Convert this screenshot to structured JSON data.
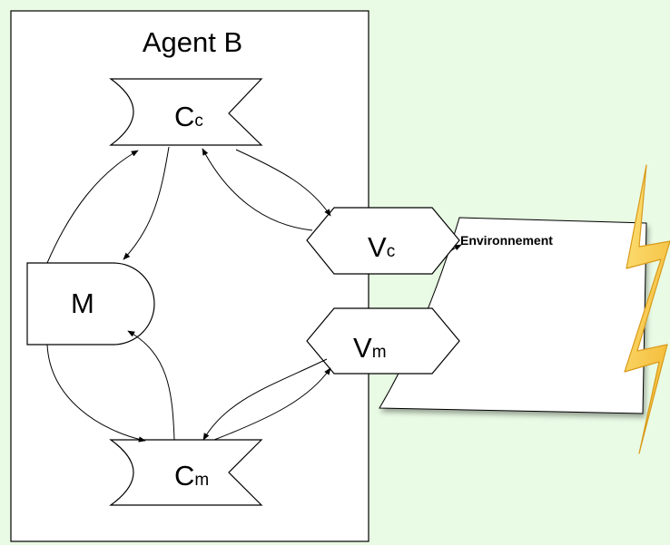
{
  "agent": {
    "title": "Agent B"
  },
  "nodes": {
    "cc": {
      "main": "C",
      "sub": "c"
    },
    "cm": {
      "main": "C",
      "sub": "m"
    },
    "m": {
      "main": "M"
    },
    "vc": {
      "main": "V",
      "sub": "c"
    },
    "vm": {
      "main": "V",
      "sub": "m"
    }
  },
  "environment": {
    "label": "Environnement"
  },
  "colors": {
    "background": "#e9fbe4",
    "shape_fill": "#ffffff",
    "stroke": "#000000",
    "lightning_fill": "#f7c93c",
    "lightning_stroke": "#d99a1a"
  },
  "icons": {
    "lightning": "lightning-bolt-icon"
  }
}
